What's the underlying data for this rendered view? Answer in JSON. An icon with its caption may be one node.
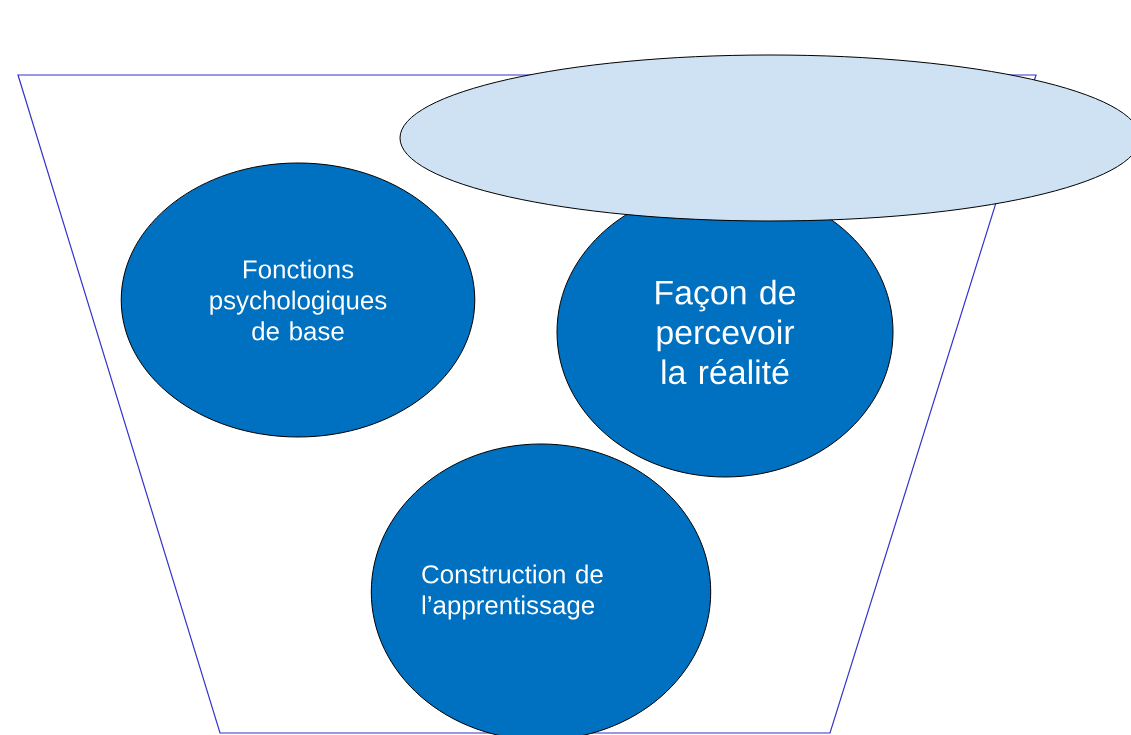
{
  "diagram": {
    "nodes": [
      {
        "text": [],
        "shape": "trapezoid"
      },
      {
        "text": [],
        "shape": "ellipse"
      },
      {
        "text": [
          "Fonctions psychologiques de base"
        ],
        "in": 0
      },
      {
        "text": [
          "Façon de percevoir la réalité"
        ],
        "in": 0
      },
      {
        "text": [
          "Construction de l’apprentissage"
        ],
        "in": 0
      }
    ]
  }
}
